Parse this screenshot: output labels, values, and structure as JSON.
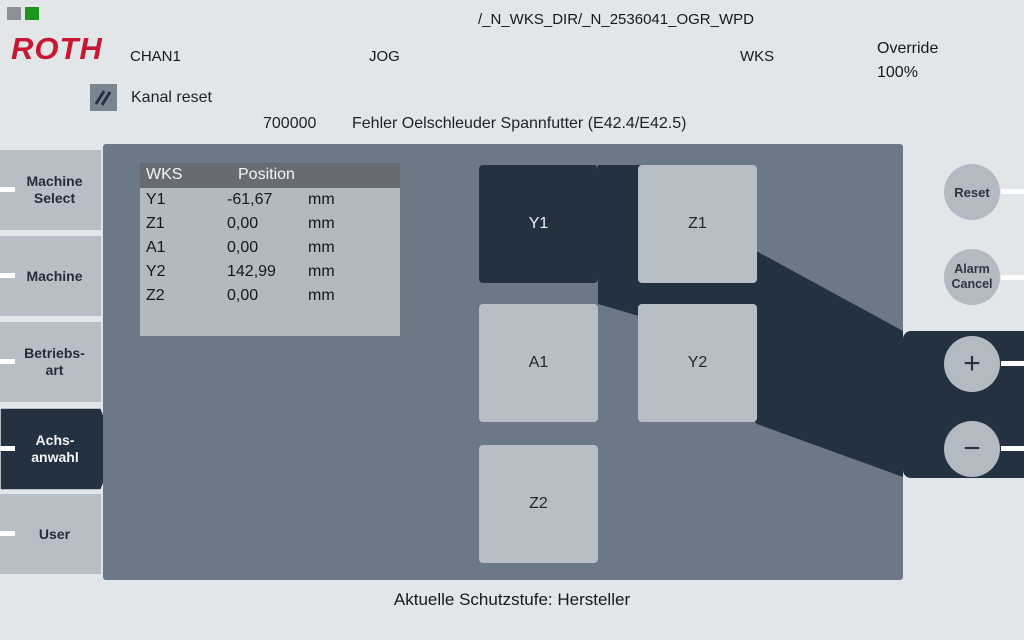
{
  "header": {
    "logo": "ROTH",
    "program_path": "/_N_WKS_DIR/_N_2536041_OGR_WPD",
    "channel": "CHAN1",
    "mode": "JOG",
    "coord_system": "WKS",
    "override_label": "Override",
    "override_value": "100%",
    "channel_state": "Kanal reset"
  },
  "alarm": {
    "number": "700000",
    "message": "Fehler Oelschleuder Spannfutter (E42.4/E42.5)"
  },
  "sidebar": {
    "items": [
      {
        "label": "Machine\nSelect",
        "active": false
      },
      {
        "label": "Machine",
        "active": false
      },
      {
        "label": "Betriebs-\nart",
        "active": false
      },
      {
        "label": "Achs-\nanwahl",
        "active": true
      },
      {
        "label": "User",
        "active": false
      }
    ]
  },
  "position_table": {
    "col_axis": "WKS",
    "col_position": "Position",
    "rows": [
      {
        "axis": "Y1",
        "value": "-61,67",
        "unit": "mm"
      },
      {
        "axis": "Z1",
        "value": "0,00",
        "unit": "mm"
      },
      {
        "axis": "A1",
        "value": "0,00",
        "unit": "mm"
      },
      {
        "axis": "Y2",
        "value": "142,99",
        "unit": "mm"
      },
      {
        "axis": "Z2",
        "value": "0,00",
        "unit": "mm"
      }
    ]
  },
  "axes": {
    "y1": "Y1",
    "z1": "Z1",
    "a1": "A1",
    "y2": "Y2",
    "z2": "Z2",
    "selected": "Y1"
  },
  "right_panel": {
    "reset_label": "Reset",
    "alarm_cancel_label": "Alarm\nCancel",
    "plus_label": "+",
    "minus_label": "−"
  },
  "footer": {
    "protection_level": "Aktuelle Schutzstufe: Hersteller"
  },
  "colors": {
    "brand_red": "#c81733",
    "dark_navy": "#243140",
    "machine_area_gray": "#6d7886",
    "button_gray": "#b8bec6",
    "status_green": "#1d941d",
    "status_gray": "#8c9094"
  }
}
